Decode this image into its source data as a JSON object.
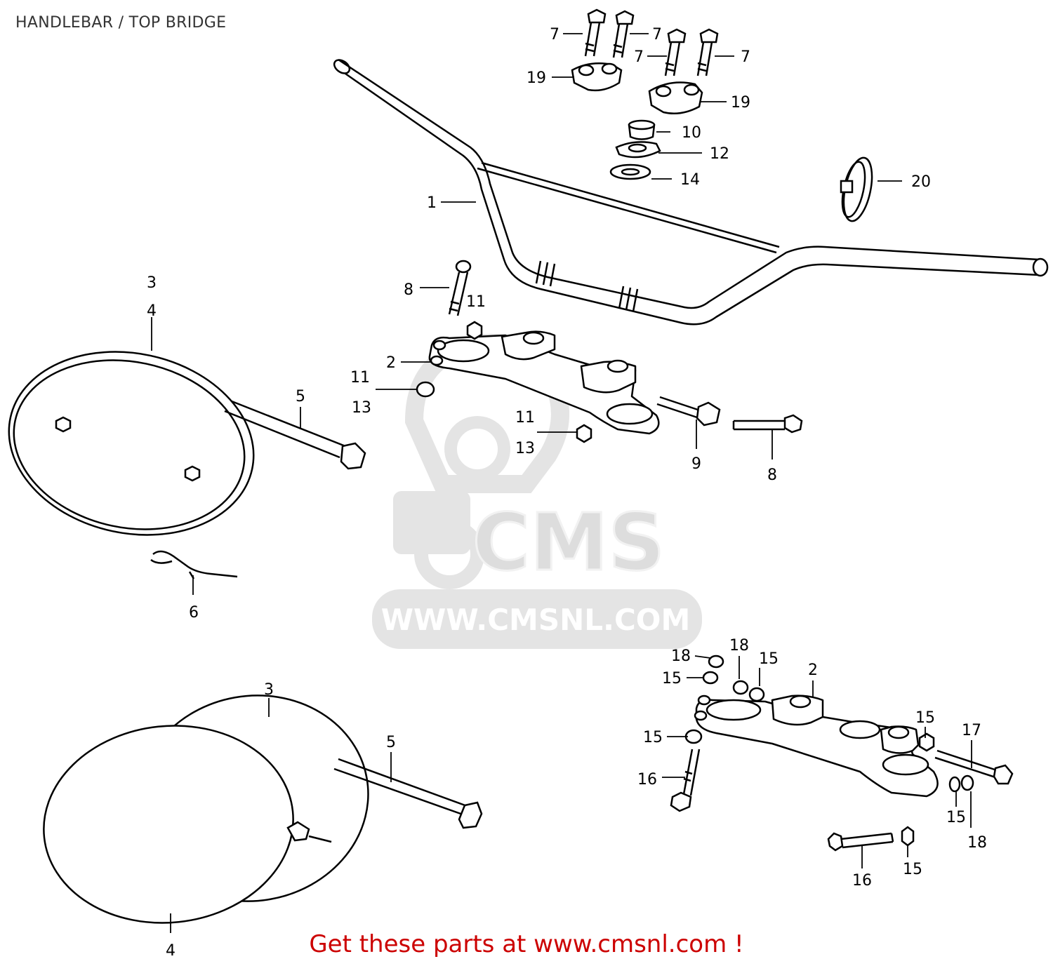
{
  "title": "HANDLEBAR / TOP BRIDGE",
  "footer": "Get these parts at www.cmsnl.com !",
  "watermark": {
    "brand": "CMS",
    "url": "WWW.CMSNL.COM"
  },
  "colors": {
    "line": "#000000",
    "footer": "#cc0000",
    "watermark": "#e3e3e3"
  },
  "callouts": [
    "7",
    "7",
    "7",
    "7",
    "19",
    "19",
    "10",
    "12",
    "14",
    "20",
    "1",
    "8",
    "11",
    "2",
    "11",
    "13",
    "11",
    "13",
    "9",
    "8",
    "3",
    "4",
    "5",
    "6",
    "3",
    "5",
    "4",
    "18",
    "18",
    "15",
    "15",
    "2",
    "15",
    "15",
    "17",
    "16",
    "15",
    "18",
    "16",
    "15"
  ]
}
